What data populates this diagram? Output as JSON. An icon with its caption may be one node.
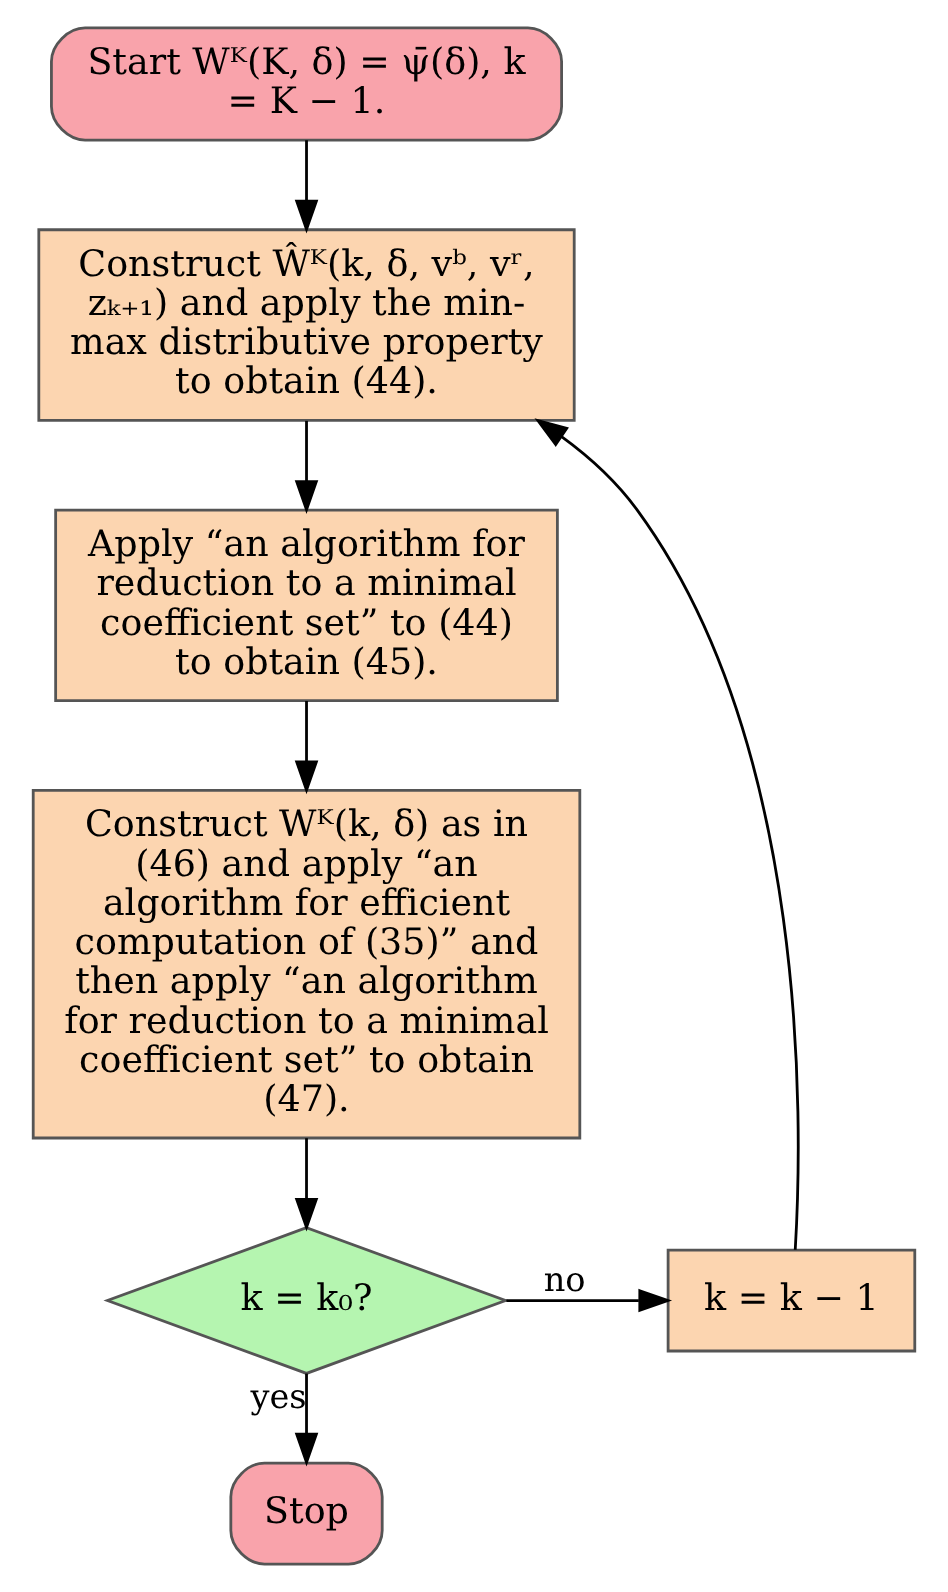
{
  "diagram": {
    "nodes": [
      {
        "text": [
          "Start Wᴷ(K, δ) = ψ̄(δ), k = K − 1."
        ]
      },
      {
        "text": [
          "Construct Ŵᴷ(k, δ, vᵇ, vʳ, zₖ₊₁) and apply the min-max distributive property to obtain (44)."
        ]
      },
      {
        "text": [
          "Apply “an algorithm for reduction to a minimal coefficient set” to (44) to obtain (45)."
        ]
      },
      {
        "text": [
          "Construct Wᴷ(k, δ) as in (46) and apply “an algorithm for efficient computation of (35)” and then apply “an algorithm for reduction to a minimal coefficient set” to obtain (47)."
        ]
      },
      {
        "text": [
          "k = k₀?"
        ]
      },
      {
        "text": [
          "k = k − 1"
        ]
      },
      {
        "text": [
          "Stop"
        ]
      }
    ],
    "edges": [
      {
        "from": 0,
        "to": 1,
        "arrow": "to"
      },
      {
        "from": 1,
        "to": 2,
        "arrow": "to"
      },
      {
        "from": 2,
        "to": 3,
        "arrow": "to"
      },
      {
        "from": 3,
        "to": 4,
        "arrow": "to"
      },
      {
        "from": 4,
        "to": 5,
        "arrow": "to",
        "label": "no"
      },
      {
        "from": 5,
        "to": 1,
        "arrow": "to"
      },
      {
        "from": 4,
        "to": 6,
        "arrow": "to",
        "label": "yes"
      }
    ]
  }
}
